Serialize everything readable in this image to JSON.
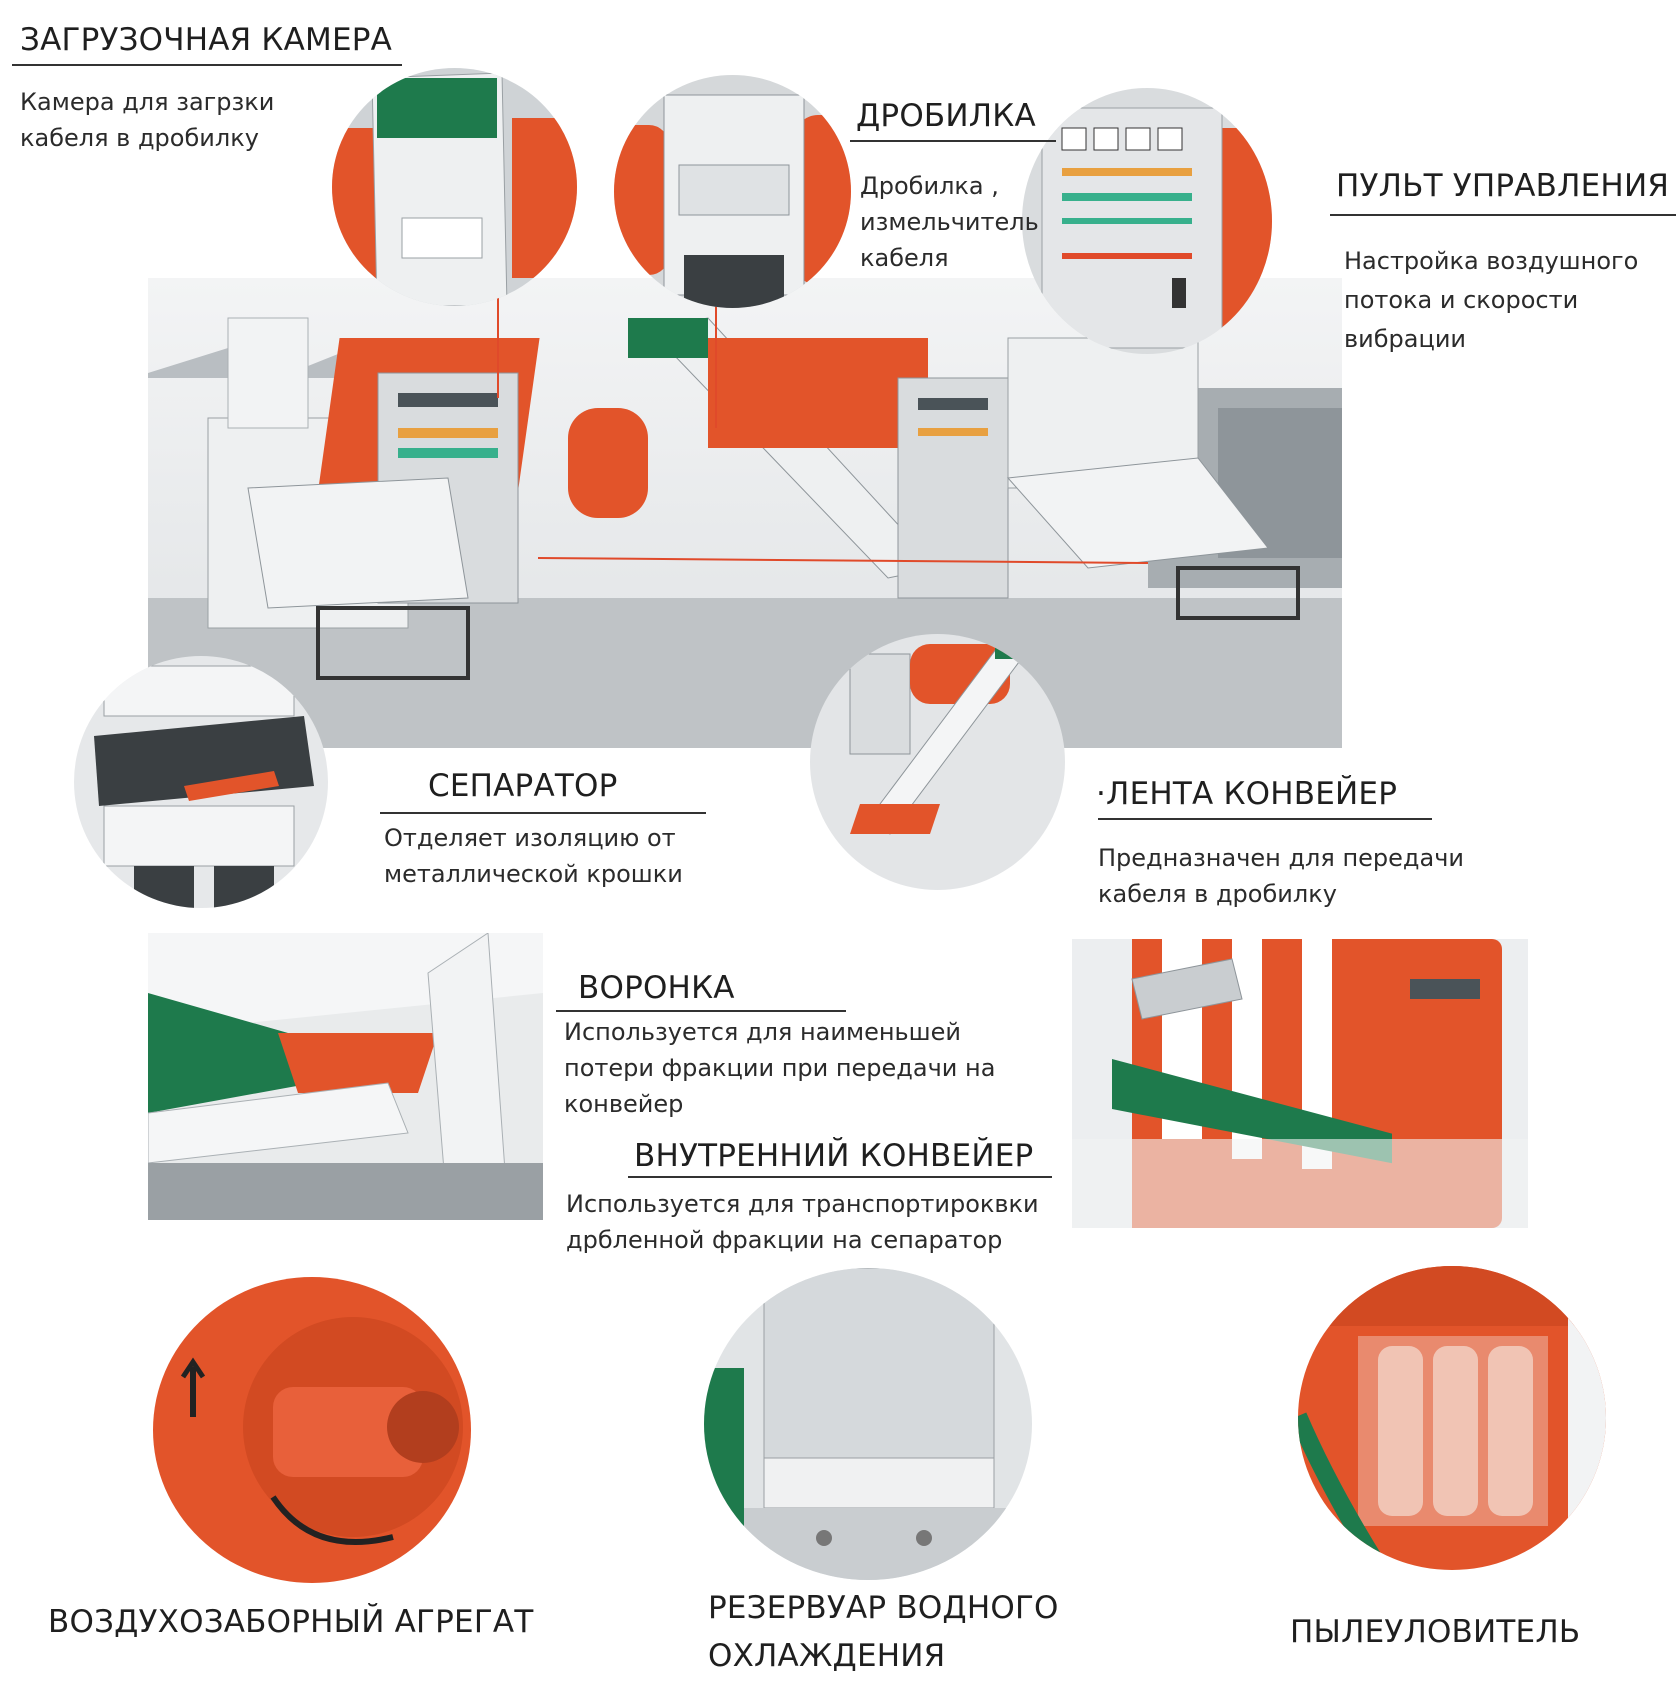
{
  "colors": {
    "accent_orange": "#e2542a",
    "machine_white": "#eef0f1",
    "panel_grey": "#c9cdd0",
    "belt_green": "#1e7a4c",
    "text": "#1f1f1f"
  },
  "loading_chamber": {
    "title": "ЗАГРУЗОЧНАЯ КАМЕРА",
    "desc_line1": "Камера для загрзки",
    "desc_line2": "кабеля в дробилку"
  },
  "crusher": {
    "title": "ДРОБИЛКА",
    "desc_line1": "Дробилка ,",
    "desc_line2": "измельчитель",
    "desc_line3": "кабеля"
  },
  "control_panel": {
    "title": "ПУЛЬТ УПРАВЛЕНИЯ",
    "desc_line1": "Настройка воздушного",
    "desc_line2": "потока и скорости",
    "desc_line3": "вибрации"
  },
  "separator": {
    "title": "СЕПАРАТОР",
    "desc_line1": "Отделяет изоляцию от",
    "desc_line2": "металлической крошки"
  },
  "conveyor_belt": {
    "title": "·ЛЕНТА КОНВЕЙЕР",
    "desc_line1": "Предназначен для передачи",
    "desc_line2": "кабеля  в дробилку"
  },
  "funnel": {
    "title": "ВОРОНКА",
    "desc_line1": "Используется для наименьшей",
    "desc_line2": "потери фракции при передачи на",
    "desc_line3": "конвейер"
  },
  "inner_conveyor": {
    "title": "ВНУТРЕННИЙ КОНВЕЙЕР",
    "desc_line1": "Используется для транспортироквки",
    "desc_line2": "дрбленной фракции на сепаратор"
  },
  "air_intake": {
    "title": "ВОЗДУХОЗАБОРНЫЙ АГРЕГАТ"
  },
  "water_tank": {
    "title_line1": "РЕЗЕРВУАР ВОДНОГО",
    "title_line2": "ОХЛАЖДЕНИЯ"
  },
  "dust_collector": {
    "title": "ПЫЛЕУЛОВИТЕЛЬ"
  }
}
